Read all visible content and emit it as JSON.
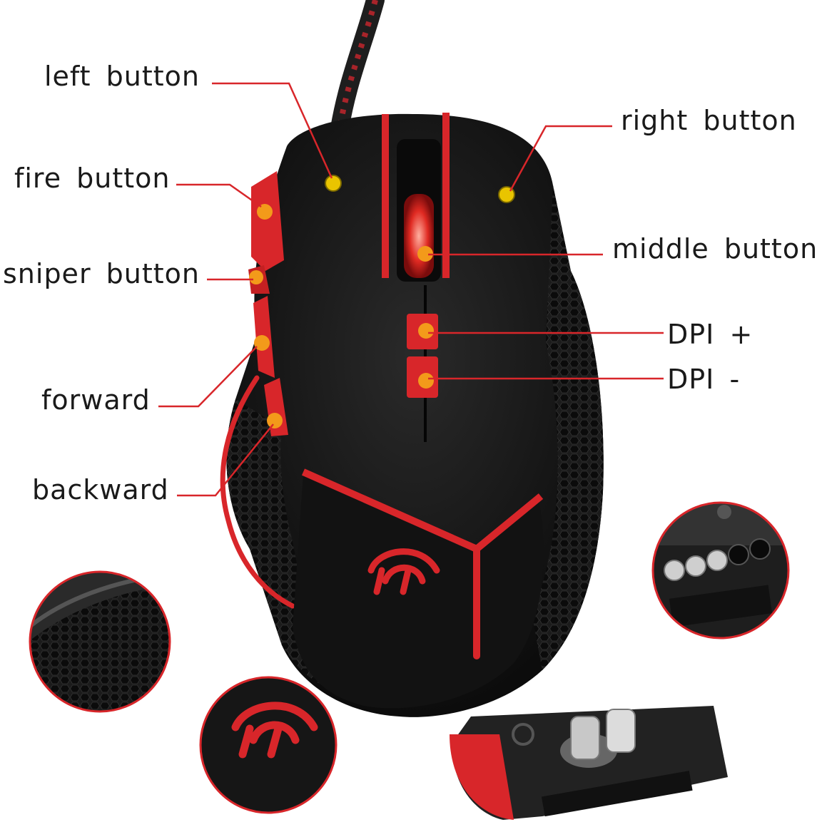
{
  "labels": {
    "left_button": "left button",
    "right_button": "right button",
    "fire_button": "fire button",
    "middle_button": "middle button",
    "sniper_button": "sniper button",
    "dpi_plus": "DPI +",
    "dpi_minus": "DPI -",
    "forward": "forward",
    "backward": "backward"
  },
  "colors": {
    "accent_red": "#d8262a",
    "body_black": "#151515",
    "marker_yellow": "#e9c400",
    "marker_orange": "#f39a1a",
    "label_text": "#1a1a1a"
  }
}
